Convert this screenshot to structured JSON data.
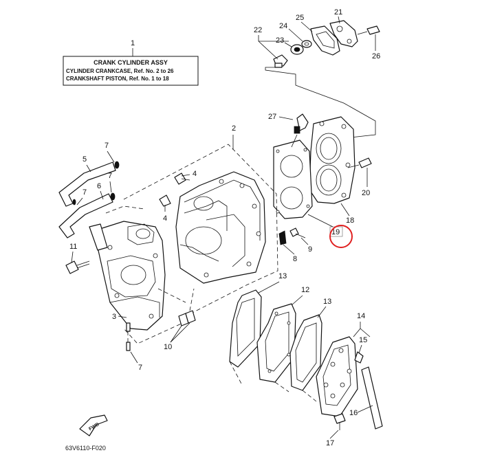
{
  "diagram": {
    "info_box": {
      "ref_number": "1",
      "title": "CRANK CYLINDER ASSY",
      "line1": "CYLINDER CRANKCASE,  Ref. No.  2 to 26",
      "line2": "CRANKSHAFT PISTON,  Ref. No. 1 to 18"
    },
    "highlighted_part": "19",
    "highlight_color": "#e02020",
    "fwd_label": "FWD",
    "figure_code": "63V6110-F020",
    "callouts": [
      "2",
      "3",
      "4",
      "4",
      "5",
      "6",
      "7",
      "7",
      "7",
      "8",
      "9",
      "10",
      "11",
      "12",
      "13",
      "13",
      "14",
      "15",
      "16",
      "17",
      "18",
      "19",
      "20",
      "21",
      "22",
      "23",
      "24",
      "25",
      "26",
      "27"
    ]
  }
}
